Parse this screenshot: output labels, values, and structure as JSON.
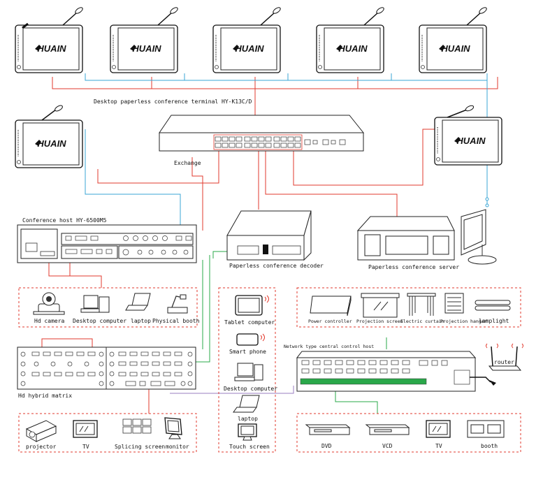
{
  "brand": "HUAIN",
  "labels": {
    "terminal": "Desktop paperless conference terminal HY-K13C/D",
    "exchange": "Exchange",
    "conference_host": "Conference host HY-6500M5",
    "decoder": "Paperless conference decoder",
    "server": "Paperless conference server",
    "hd_camera": "Hd camera",
    "desktop_computer": "Desktop computer",
    "laptop": "laptop",
    "physical_booth": "Physical booth",
    "hybrid_matrix": "Hd hybrid matrix",
    "tablet_computer": "Tablet computer",
    "smart_phone": "Smart phone",
    "desktop_computer_2": "Desktop computer",
    "laptop_2": "laptop",
    "touch_screen": "Touch screen",
    "central_control": "Network type central control host",
    "power_controller": "Power controller",
    "projection_screen": "Projection screen",
    "electric_curtain": "Electric curtain",
    "projection_hanger": "Projection hanger",
    "lamplight": "lamplight",
    "router": "router",
    "projector": "projector",
    "tv": "TV",
    "splicing_screen": "Splicing screen",
    "monitor": "monitor",
    "dvd": "DVD",
    "vcd": "VCD",
    "tv_2": "TV",
    "booth": "booth"
  },
  "colors": {
    "red_line": "#e23a2e",
    "blue_line": "#3aa6d6",
    "green_line": "#2aa84a",
    "purple_line": "#9a7cc2"
  }
}
